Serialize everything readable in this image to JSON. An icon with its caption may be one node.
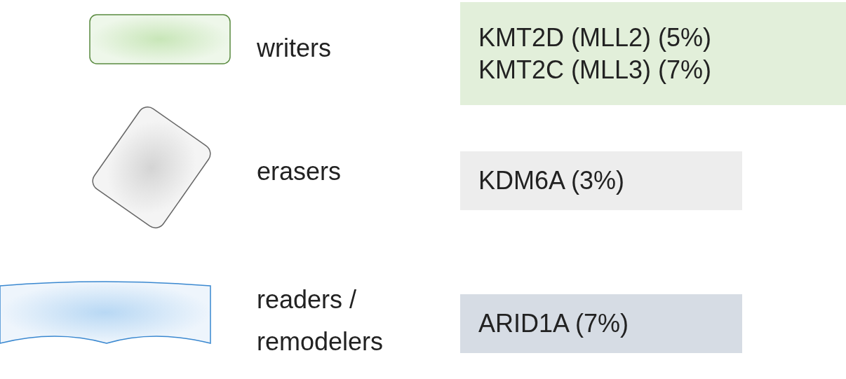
{
  "diagram": {
    "nodes": [
      {
        "text": [
          "KMT2D (MLL2) (5%)",
          "KMT2C (MLL3) (7%)"
        ]
      },
      {
        "text": [
          "KDM6A (3%)"
        ]
      },
      {
        "text": [
          "ARID1A (7%)"
        ]
      }
    ],
    "legend": [
      {
        "text": "writers"
      },
      {
        "text": "erasers"
      },
      {
        "text": "readers / remodelers"
      }
    ]
  }
}
